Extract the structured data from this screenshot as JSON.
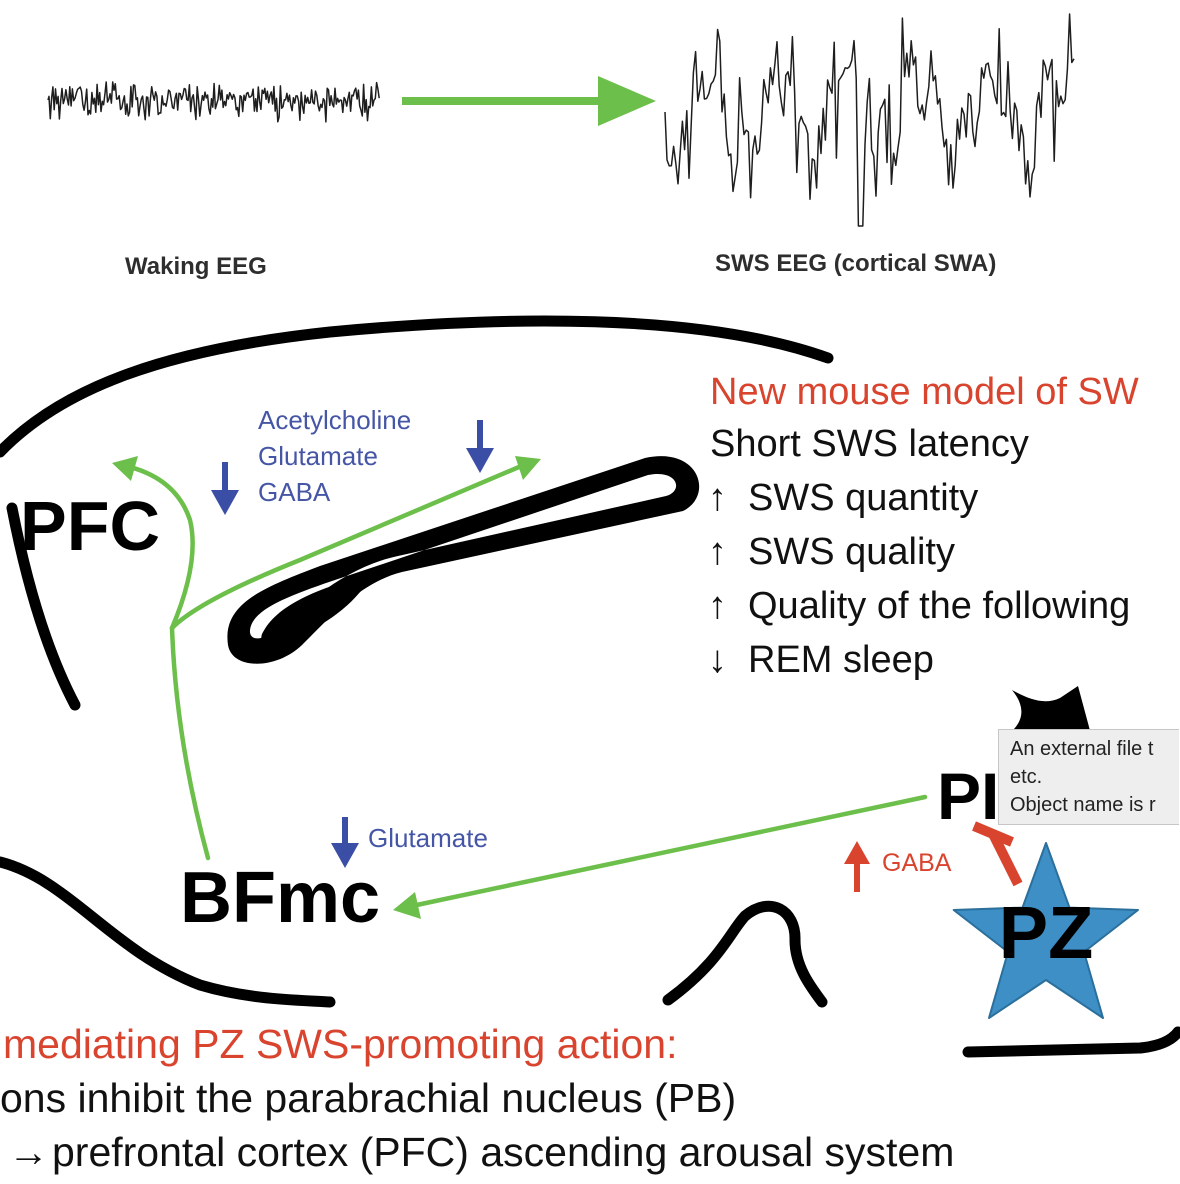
{
  "eeg": {
    "waking_label": "Waking EEG",
    "sws_label": "SWS EEG (cortical SWA)"
  },
  "model_box": {
    "title": "New mouse model of SW",
    "items": [
      {
        "arrow": "",
        "text": "Short SWS latency"
      },
      {
        "arrow": "↑",
        "text": "SWS quantity"
      },
      {
        "arrow": "↑",
        "text": "SWS quality"
      },
      {
        "arrow": "↑",
        "text": "Quality of the following"
      },
      {
        "arrow": "↓",
        "text": "REM sleep"
      }
    ]
  },
  "labels": {
    "pfc": "PFC",
    "bfmc": "BFmc",
    "pb": "PI",
    "pz": "PZ"
  },
  "neurotransmitters": {
    "cortex": [
      "Acetylcholine",
      "Glutamate",
      "GABA"
    ],
    "bfmc": "Glutamate",
    "pz": "GABA"
  },
  "mechanism": {
    "title": "mediating PZ SWS-promoting action:",
    "line1": "ons inhibit the parabrachial nucleus (PB)",
    "line2_arrow": "→",
    "line2": "prefrontal cortex (PFC) ascending arousal system"
  },
  "tooltip": {
    "lines": [
      "An external file t",
      "etc.",
      "Object name is r"
    ]
  },
  "colors": {
    "arrow_green": "#6dbf4b",
    "label_blue": "#4656a6",
    "arrow_blue": "#3a4ea6",
    "label_red": "#d9442f",
    "star_blue": "#3d8fc6",
    "tooltip_bg": "#eeeeee"
  }
}
